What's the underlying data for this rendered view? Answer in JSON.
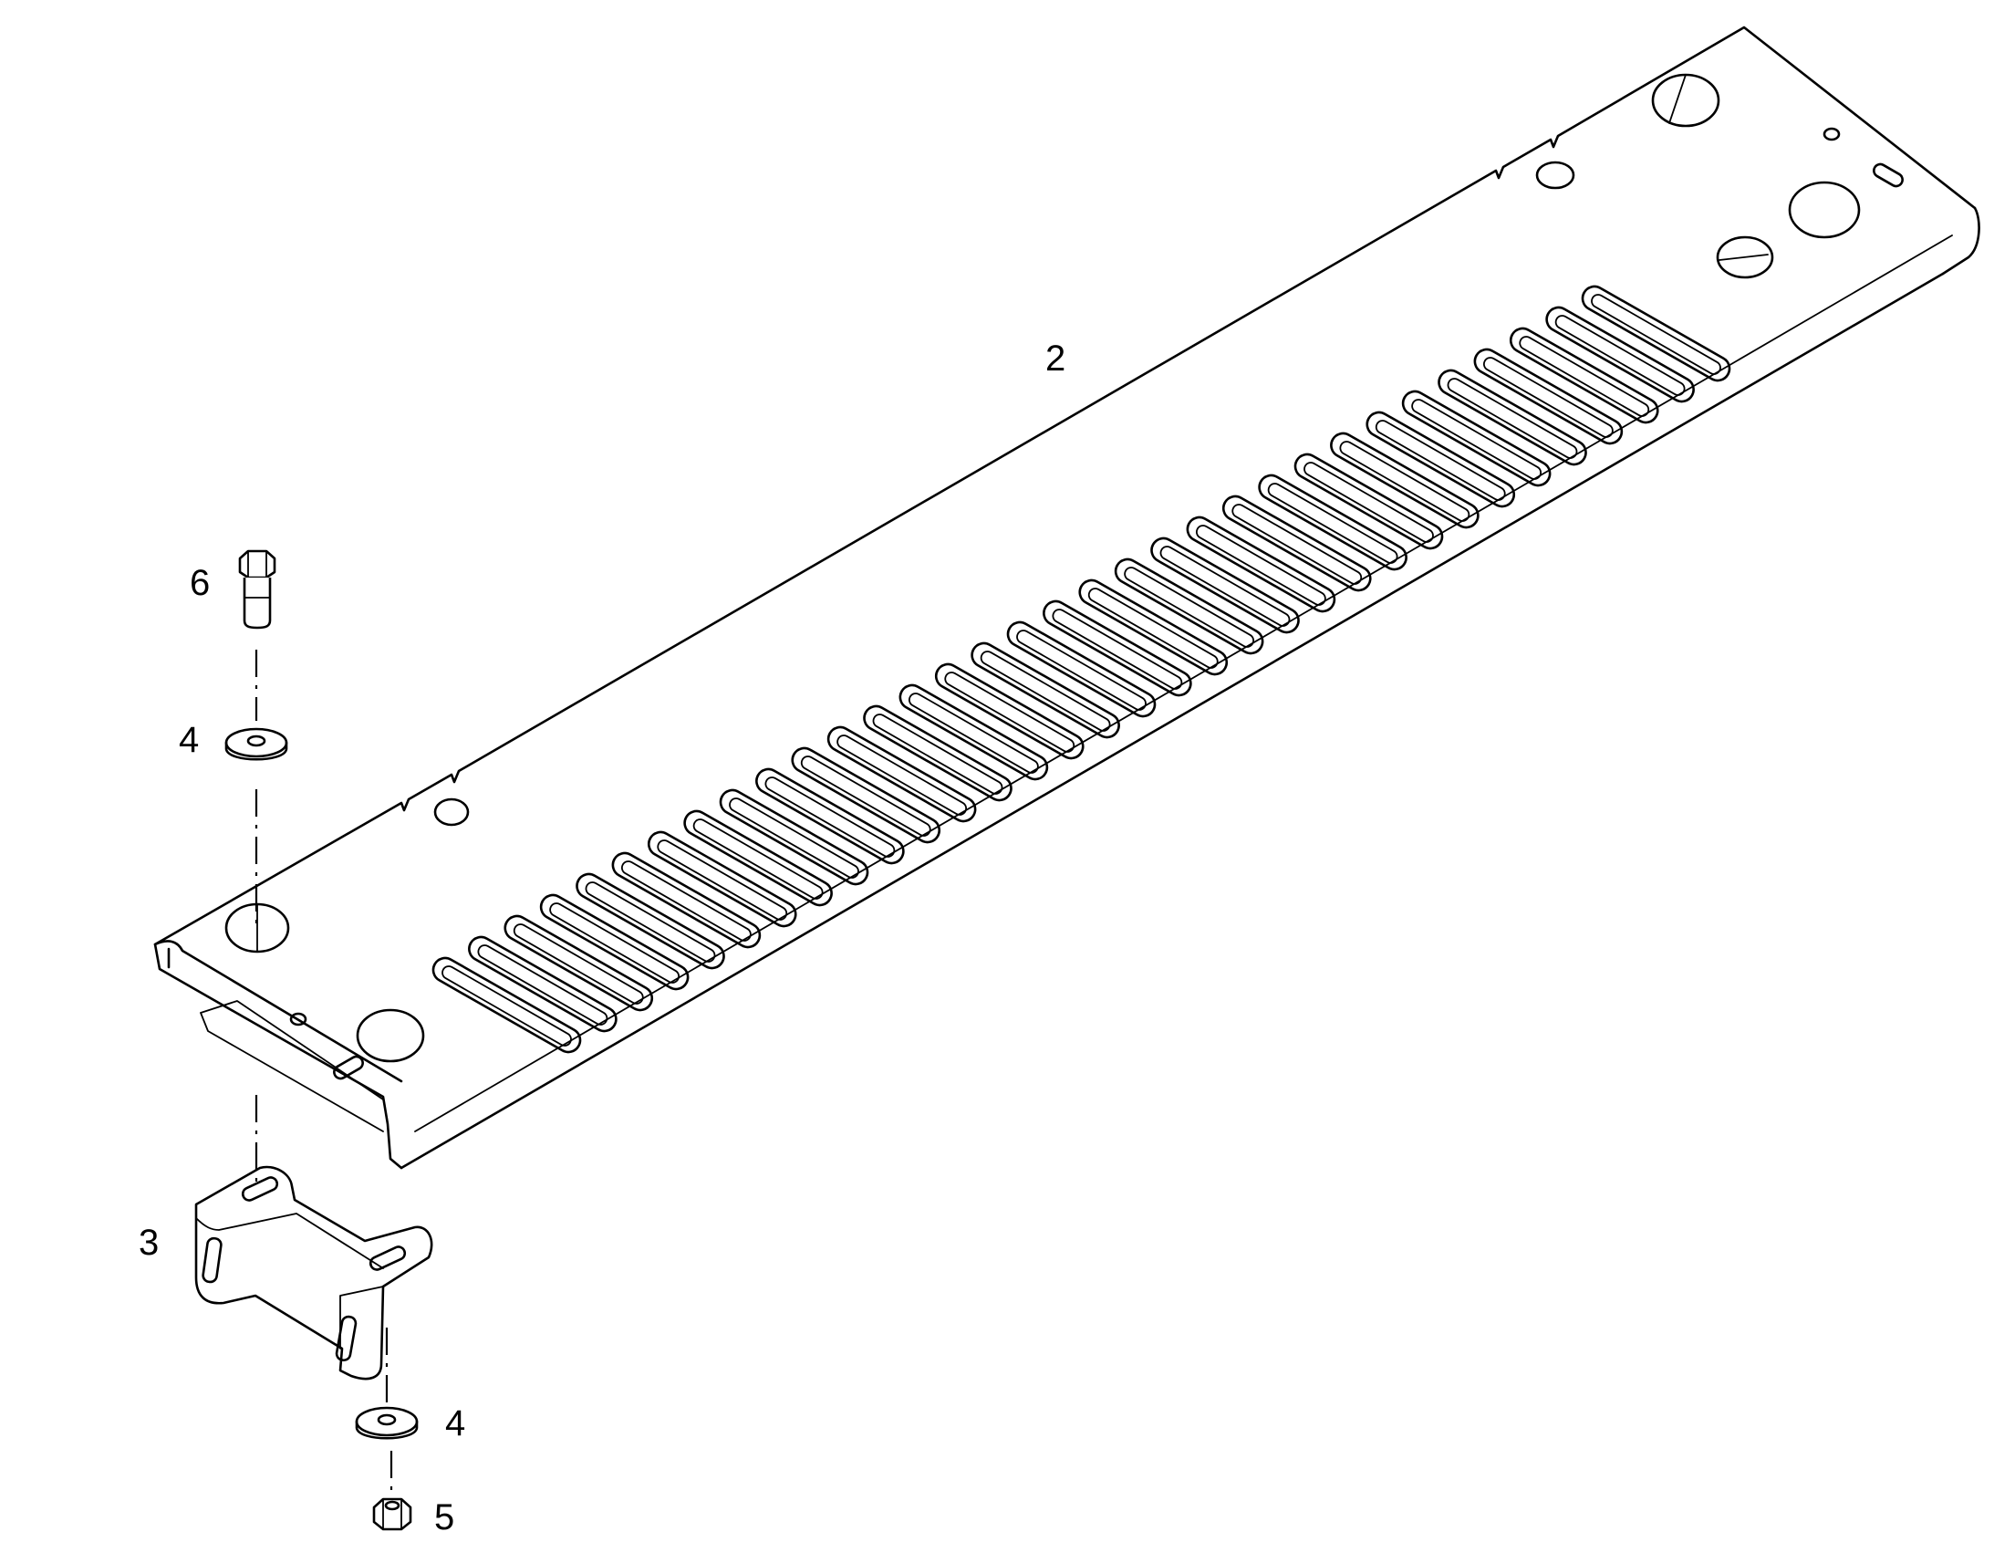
{
  "callouts": {
    "rail": "2",
    "bracket": "3",
    "washer_upper": "4",
    "washer_lower": "4",
    "nut": "5",
    "bolt": "6"
  },
  "colors": {
    "line": "#000000",
    "background": "#ffffff"
  }
}
